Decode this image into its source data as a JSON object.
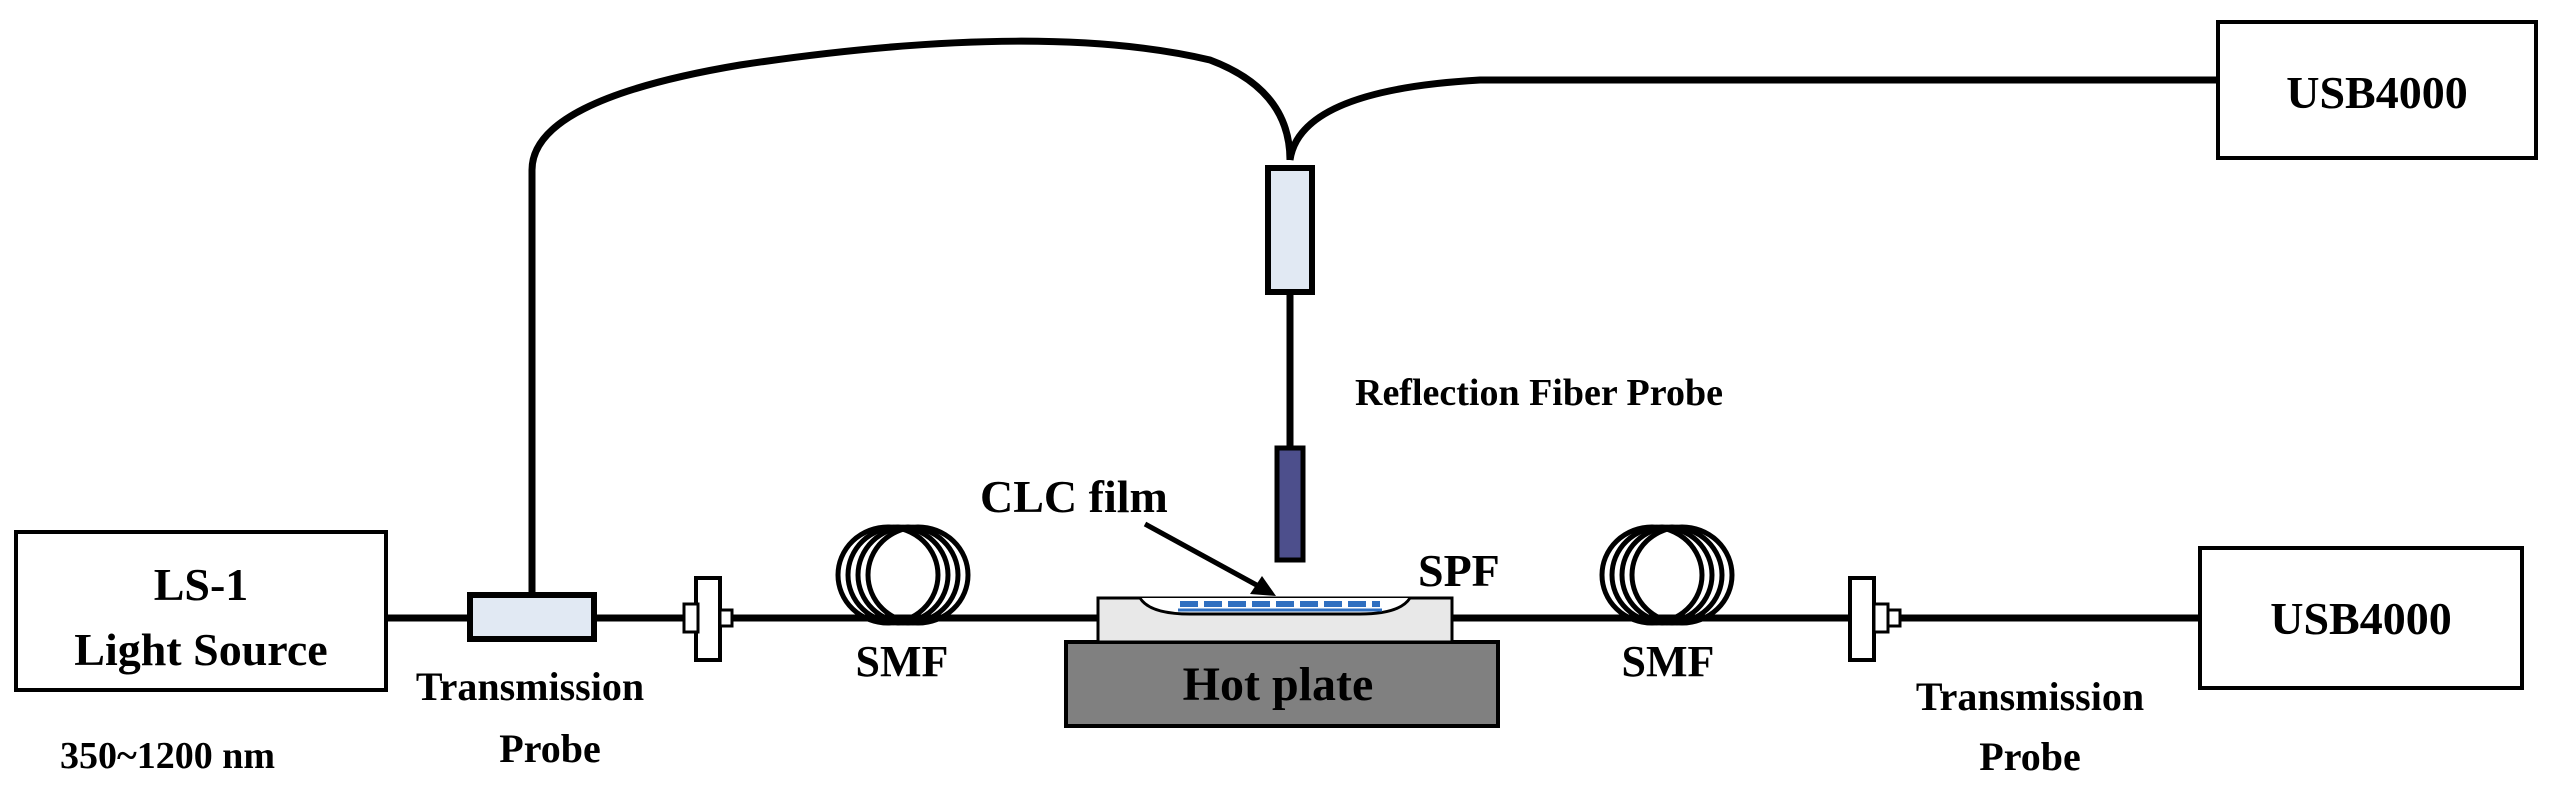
{
  "light_source": {
    "line1": "LS-1",
    "line2": "Light Source",
    "range": "350~1200 nm"
  },
  "spectrometer_top": {
    "label": "USB4000"
  },
  "spectrometer_right": {
    "label": "USB4000"
  },
  "transmission_probe_left": {
    "line1": "Transmission",
    "line2": "Probe"
  },
  "transmission_probe_right": {
    "line1": "Transmission",
    "line2": "Probe"
  },
  "fiber_left": {
    "label": "SMF"
  },
  "fiber_right": {
    "label": "SMF"
  },
  "reflection_probe": {
    "label": "Reflection Fiber Probe"
  },
  "clc_film": {
    "label": "CLC film"
  },
  "spf": {
    "label": "SPF"
  },
  "hot_plate": {
    "label": "Hot plate"
  },
  "colors": {
    "line": "#000000",
    "probe_fill": "#e1e9f3",
    "reflection_tip_fill": "#4d4f8c",
    "hot_plate_fill": "#808080",
    "spf_fill": "#e8e8e8",
    "film_blue": "#2f6fc0"
  }
}
